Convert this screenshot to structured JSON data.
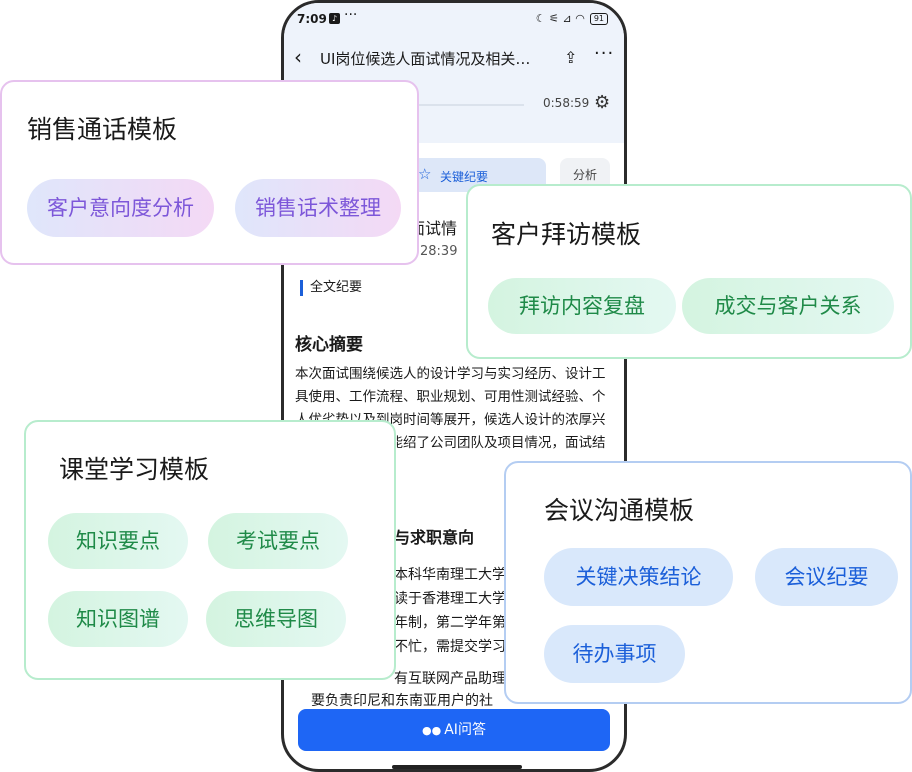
{
  "status": {
    "time": "7:09",
    "dots": "···",
    "icons": "☾ ⚟ ⊿ ◠",
    "battery": "91"
  },
  "header": {
    "title": "UI岗位候选人面试情况及相关…"
  },
  "player": {
    "duration": "0:58:59"
  },
  "tabs": {
    "key_summary": "关键纪要",
    "analysis": "分析"
  },
  "meta": {
    "title_fragment": "面试情",
    "time_fragment": "28:39"
  },
  "section_tag": "全文纪要",
  "core": {
    "title": "核心摘要",
    "summary": "本次面试围绕候选人的设计学习与实习经历、设计工具使用、工作流程、职业规划、可用性测试经验、个人优劣势以及到岗时间等展开，候选人设计的浓厚兴趣和一定的实践能绍了公司团队及项目情况，面试结作日内通知。"
  },
  "fragments": [
    "与求职意向",
    "本科华南理工大学",
    "读于香港理工大学",
    "年制，第二学年第",
    "不忙，需提交学习",
    "有互联网产品助理",
    "要负责印尼和东南亚用户的社"
  ],
  "ai_button": {
    "label": "AI问答"
  },
  "cards": {
    "sales": {
      "title": "销售通话模板",
      "chips": [
        "客户意向度分析",
        "销售话术整理"
      ]
    },
    "visit": {
      "title": "客户拜访模板",
      "chips": [
        "拜访内容复盘",
        "成交与客户关系"
      ]
    },
    "classroom": {
      "title": "课堂学习模板",
      "chips": [
        "知识要点",
        "考试要点",
        "知识图谱",
        "思维导图"
      ]
    },
    "meeting": {
      "title": "会议沟通模板",
      "chips": [
        "关键决策结论",
        "会议纪要",
        "待办事项"
      ]
    }
  }
}
